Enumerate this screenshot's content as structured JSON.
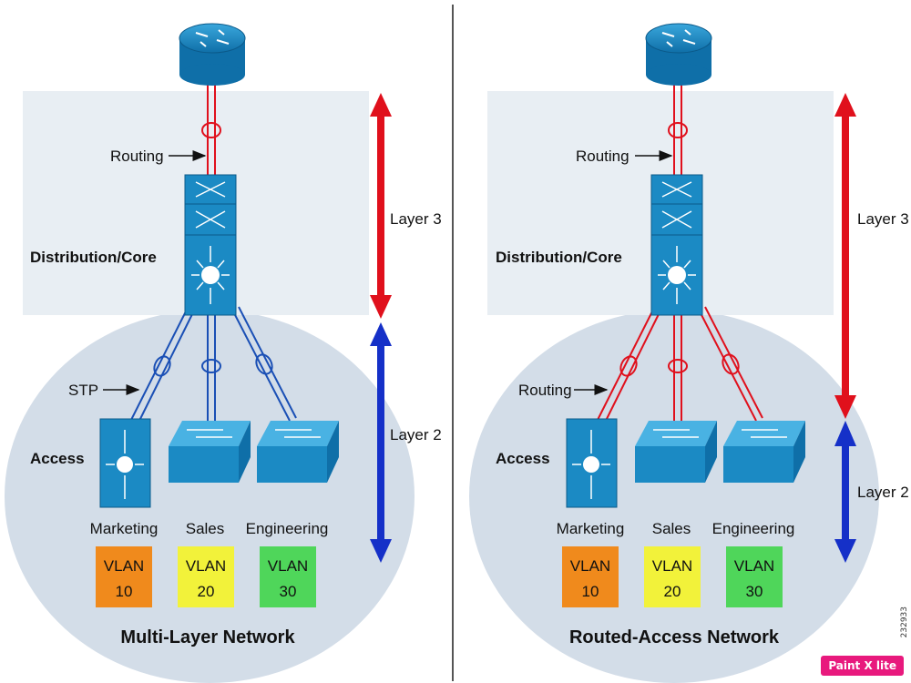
{
  "panels": [
    {
      "routing_label": "Routing",
      "distribution_label": "Distribution/Core",
      "access_label": "Access",
      "access_link_label": "STP",
      "layer3_label": "Layer 3",
      "layer2_label": "Layer 2",
      "title": "Multi-Layer Network",
      "departments": [
        {
          "name": "Marketing",
          "vlan": "VLAN",
          "vlan_id": "10",
          "color": "#f08a1c"
        },
        {
          "name": "Sales",
          "vlan": "VLAN",
          "vlan_id": "20",
          "color": "#f2f23a"
        },
        {
          "name": "Engineering",
          "vlan": "VLAN",
          "vlan_id": "30",
          "color": "#4fd65a"
        }
      ]
    },
    {
      "routing_label": "Routing",
      "distribution_label": "Distribution/Core",
      "access_label": "Access",
      "access_link_label": "Routing",
      "layer3_label": "Layer 3",
      "layer2_label": "Layer 2",
      "title": "Routed-Access Network",
      "departments": [
        {
          "name": "Marketing",
          "vlan": "VLAN",
          "vlan_id": "10",
          "color": "#f08a1c"
        },
        {
          "name": "Sales",
          "vlan": "VLAN",
          "vlan_id": "20",
          "color": "#f2f23a"
        },
        {
          "name": "Engineering",
          "vlan": "VLAN",
          "vlan_id": "30",
          "color": "#4fd65a"
        }
      ]
    }
  ],
  "colors": {
    "device_blue": "#1b8ac4",
    "layer3_red": "#e0101c",
    "layer2_blue": "#1530c8",
    "layer3_zone": "#e8eef3",
    "layer2_zone": "#d3dde8"
  },
  "watermark": "Paint X lite",
  "figure_id": "232933"
}
